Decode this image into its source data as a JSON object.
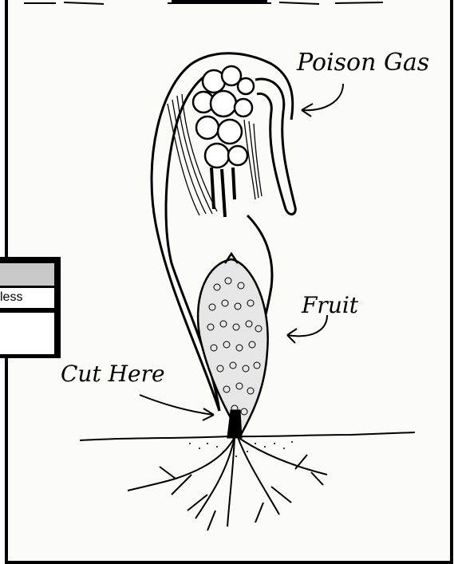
{
  "labels": {
    "poison_gas": "Poison Gas",
    "fruit": "Fruit",
    "cut_here": "Cut Here"
  },
  "panel": {
    "row_text": "less"
  },
  "colors": {
    "ink": "#000000",
    "paper": "#fbfbf8",
    "panel_header": "#c8c8c8"
  }
}
